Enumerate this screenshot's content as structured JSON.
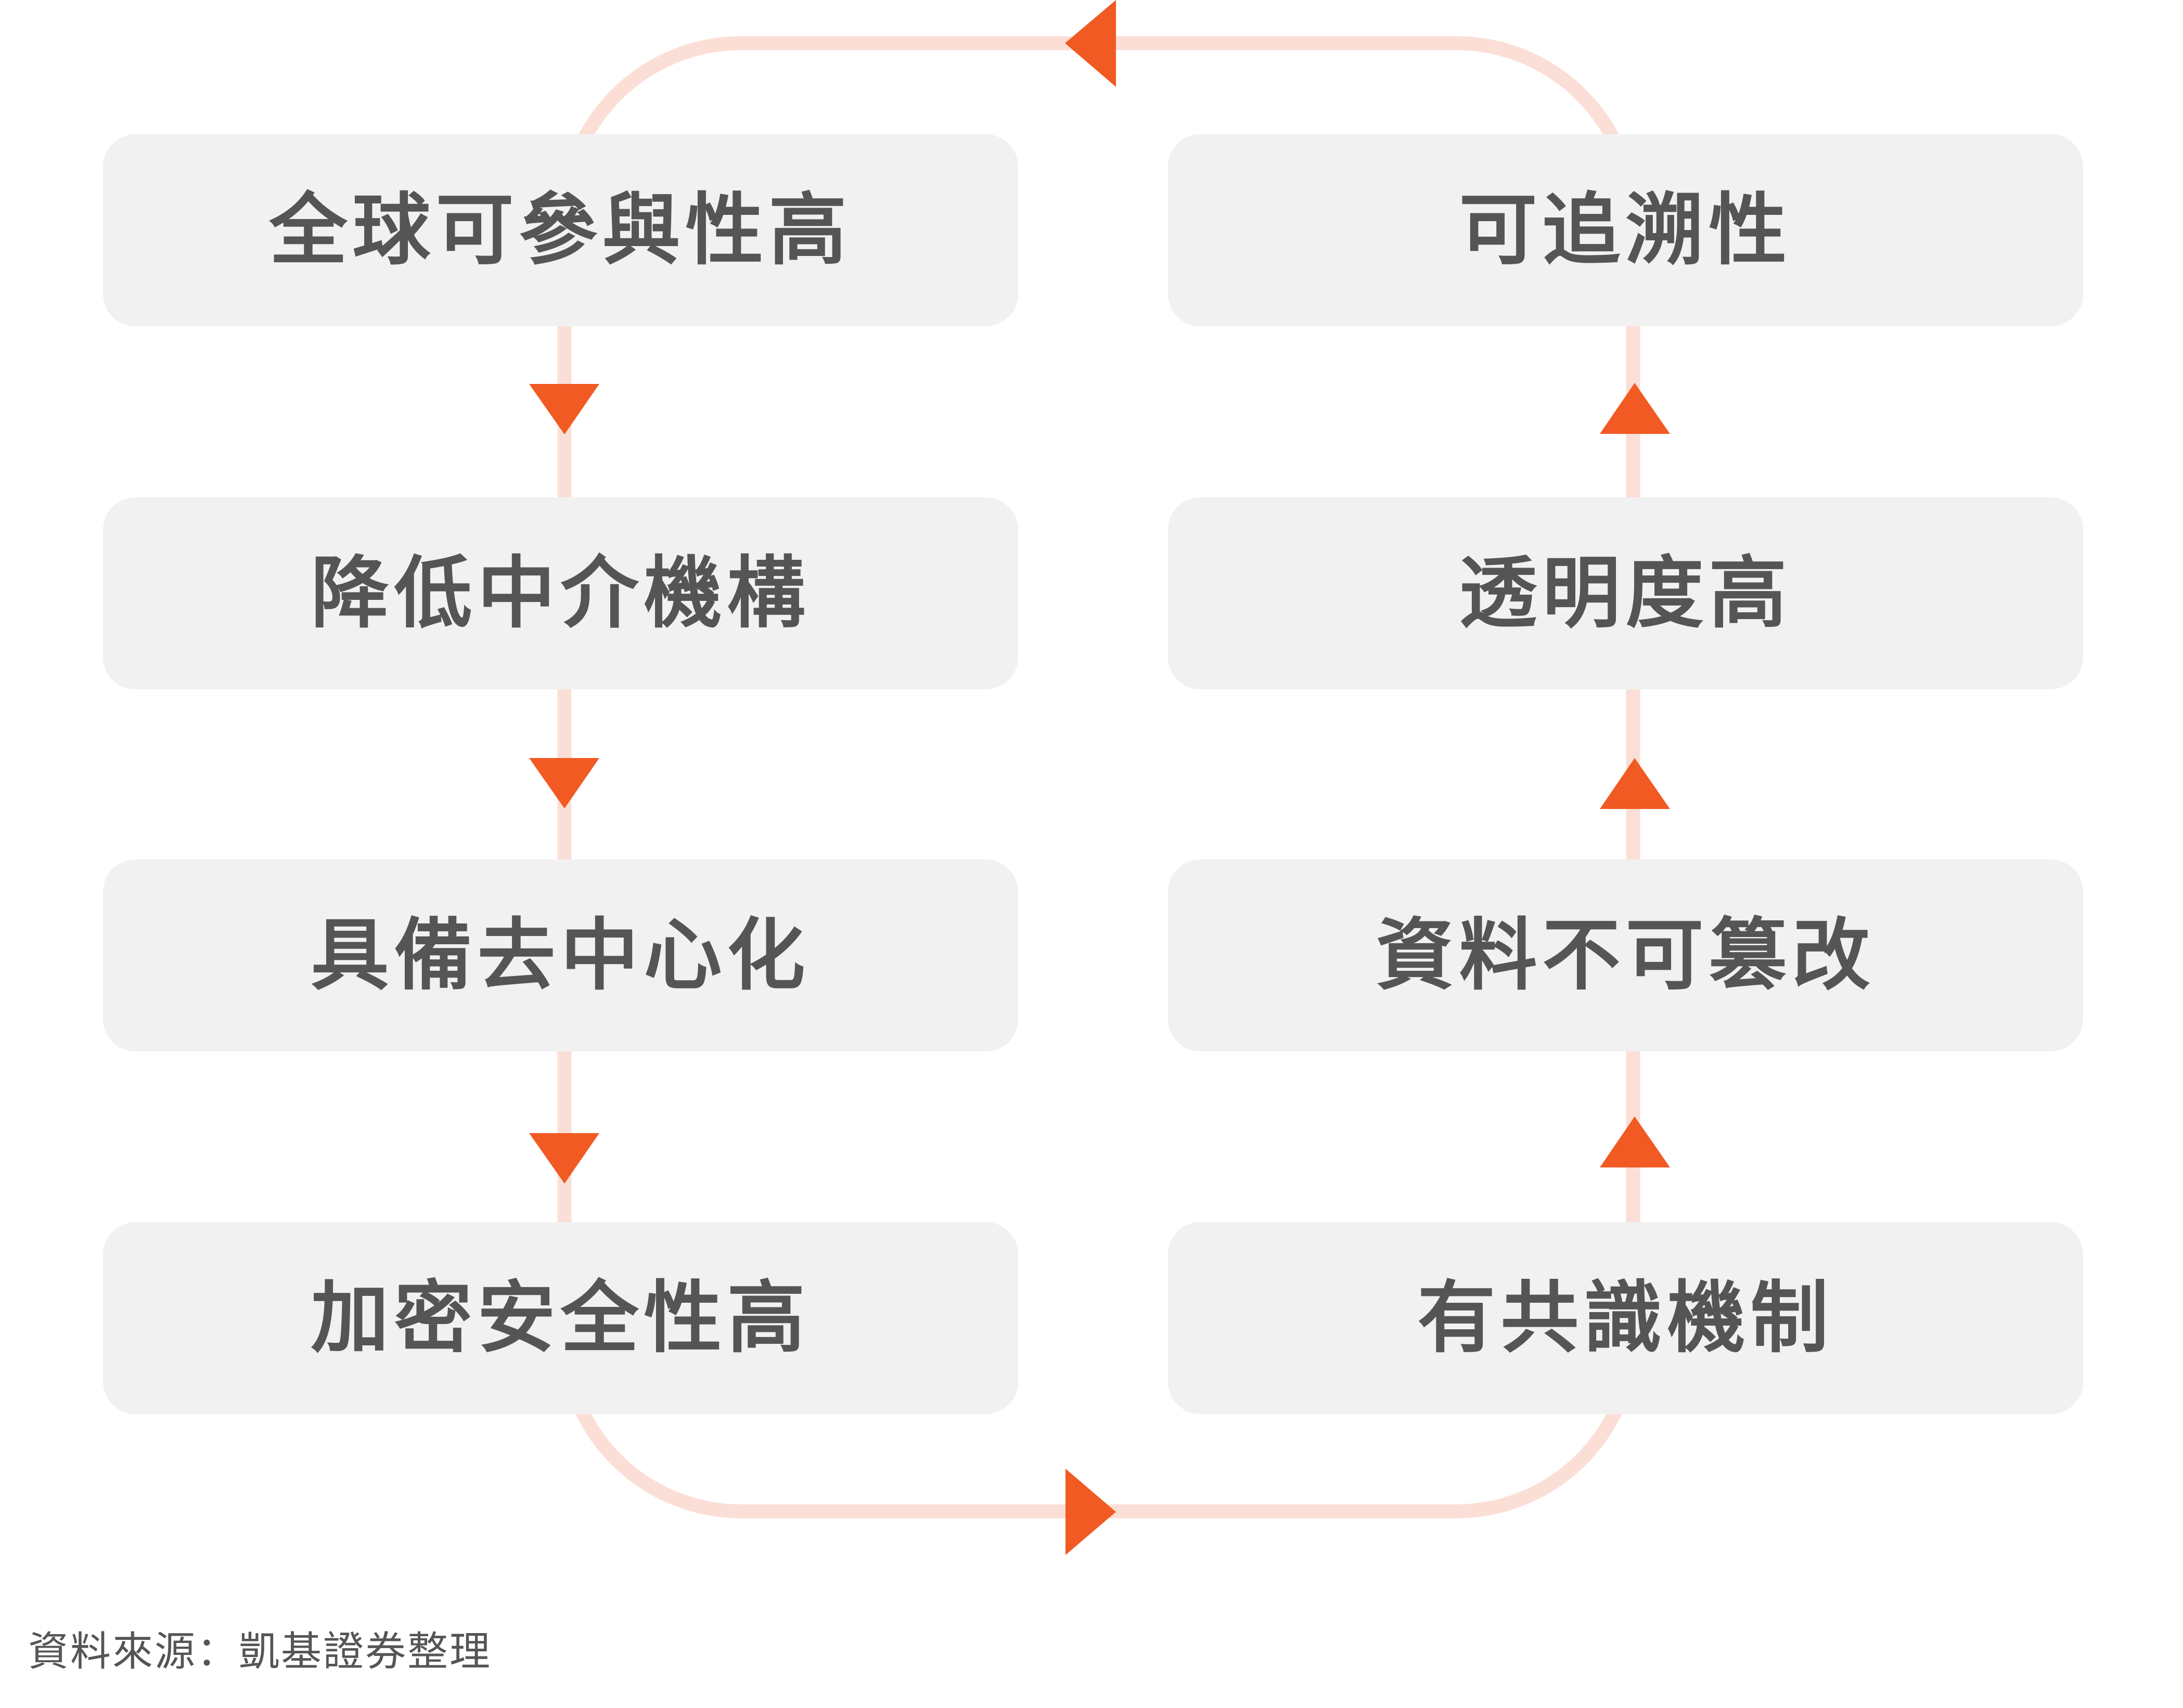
{
  "diagram": {
    "title": "",
    "colors": {
      "connector": "#FBDFD6",
      "arrow": "#F15A22",
      "box_fill": "#F1F1F1",
      "text": "#555555"
    },
    "left_column": [
      {
        "label": "全球可參與性高"
      },
      {
        "label": "降低中介機構"
      },
      {
        "label": "具備去中心化"
      },
      {
        "label": "加密安全性高"
      }
    ],
    "right_column": [
      {
        "label": "可追溯性"
      },
      {
        "label": "透明度高"
      },
      {
        "label": "資料不可篡改"
      },
      {
        "label": "有共識機制"
      }
    ],
    "flow": {
      "left_direction": "down",
      "bottom_direction": "right",
      "right_direction": "up",
      "top_direction": "left"
    }
  },
  "footer": {
    "source": "資料來源：凱基證券整理"
  }
}
